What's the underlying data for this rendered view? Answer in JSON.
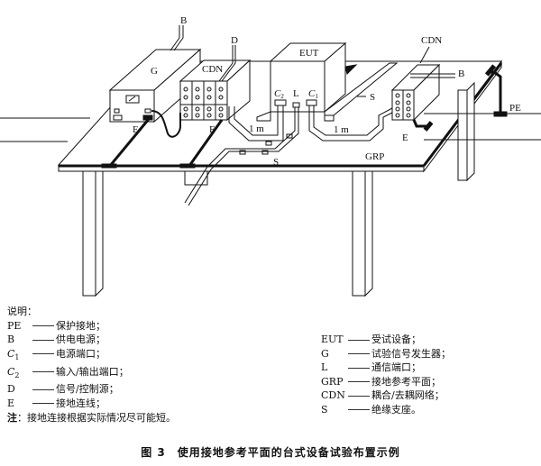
{
  "diagram": {
    "labels": {
      "B_top": "B",
      "D": "D",
      "EUT": "EUT",
      "CDN_left": "CDN",
      "CDN_right": "CDN",
      "G": "G",
      "C2": "C",
      "C2_sub": "2",
      "L": "L",
      "C1": "C",
      "C1_sub": "1",
      "S_right": "S",
      "B_right": "B",
      "PE": "PE",
      "E_left": "E",
      "E_mid": "E",
      "E_right": "E",
      "one_m_left": "1 m",
      "one_m_right": "1 m",
      "GRP": "GRP",
      "S_bottom": "S"
    }
  },
  "legend": {
    "title": "说明：",
    "left": [
      {
        "key": "PE",
        "sub": "",
        "desc": "保护接地；"
      },
      {
        "key": "B",
        "sub": "",
        "desc": "供电电源；"
      },
      {
        "key": "C",
        "sub": "1",
        "desc": "电源端口；"
      },
      {
        "key": "C",
        "sub": "2",
        "desc": "输入/输出端口；"
      },
      {
        "key": "D",
        "sub": "",
        "desc": "信号/控制源；"
      },
      {
        "key": "E",
        "sub": "",
        "desc": "接地连线；"
      }
    ],
    "right": [
      {
        "key": "EUT",
        "desc": "受试设备；"
      },
      {
        "key": "G",
        "desc": "试验信号发生器；"
      },
      {
        "key": "L",
        "desc": "通信端口；"
      },
      {
        "key": "GRP",
        "desc": "接地参考平面；"
      },
      {
        "key": "CDN",
        "desc": "耦合/去耦网络；"
      },
      {
        "key": "S",
        "desc": "绝缘支座。"
      }
    ],
    "note_label": "注",
    "note_text": "：接地连接根据实际情况尽可能短。"
  },
  "caption": "图 3　使用接地参考平面的台式设备试验布置示例"
}
